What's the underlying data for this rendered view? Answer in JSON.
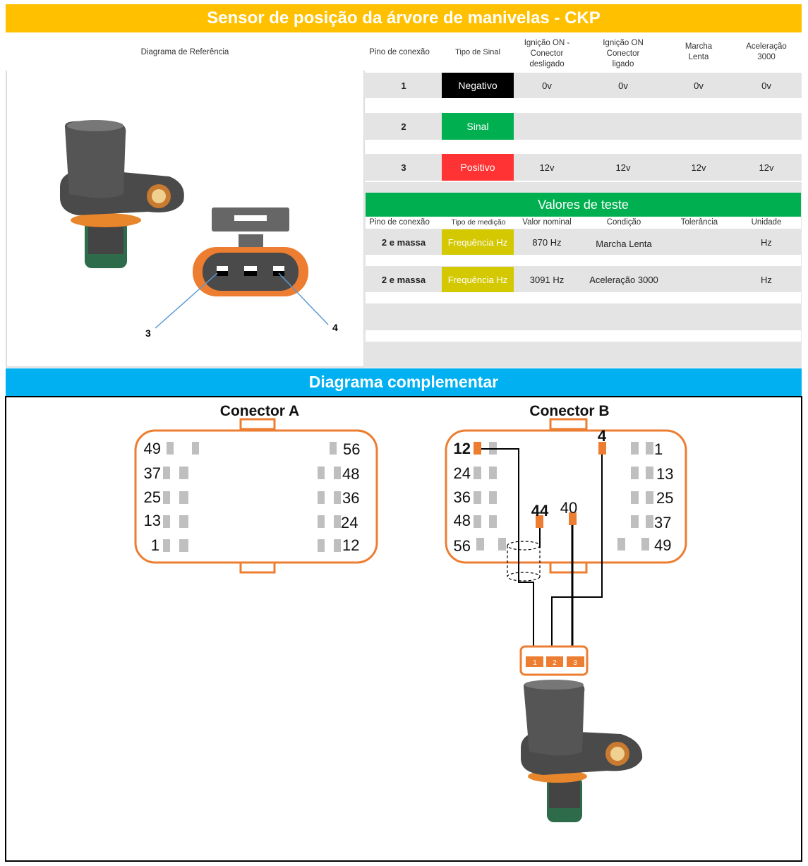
{
  "title": "Sensor de posição da árvore de manivelas - CKP",
  "colors": {
    "title_bar": "#FFC000",
    "test_bar": "#00B050",
    "complement_bar": "#00B0F0",
    "negative": "#000000",
    "signal": "#00B050",
    "positive": "#FF3333",
    "frequency": "#D4C800",
    "connector": "#ED7D31"
  },
  "signal_table": {
    "headers": [
      "Diagrama de Referência",
      "Pino de conexão",
      "Tipo de Sinal",
      "Ignição ON - Conector desligado",
      "Ignição ON Conector ligado",
      "Marcha Lenta",
      "Aceleração 3000"
    ],
    "rows": [
      {
        "pin": "1",
        "type": "Negativo",
        "ign_off": "0v",
        "ign_on": "0v",
        "idle": "0v",
        "accel": "0v"
      },
      {
        "pin": "2",
        "type": "Sinal",
        "ign_off": "",
        "ign_on": "",
        "idle": "",
        "accel": ""
      },
      {
        "pin": "3",
        "type": "Positivo",
        "ign_off": "12v",
        "ign_on": "12v",
        "idle": "12v",
        "accel": "12v"
      }
    ]
  },
  "test_values": {
    "title": "Valores de teste",
    "headers": [
      "Pino de conexão",
      "Tipo de medição",
      "Valor nominal",
      "Condição",
      "Tolerância",
      "Unidade"
    ],
    "rows": [
      {
        "pin": "2 e massa",
        "type": "Frequência Hz",
        "nominal": "870 Hz",
        "condition": "Marcha Lenta",
        "tolerance": "",
        "unit": "Hz"
      },
      {
        "pin": "2 e massa",
        "type": "Frequência Hz",
        "nominal": "3091 Hz",
        "condition": "Aceleração 3000",
        "tolerance": "",
        "unit": "Hz"
      }
    ]
  },
  "reference_diagram": {
    "labels": [
      "3",
      "4"
    ]
  },
  "complement": {
    "title": "Diagrama complementar",
    "connector_a": {
      "title": "Conector A",
      "left_labels": [
        "49",
        "37",
        "25",
        "13",
        "1"
      ],
      "right_labels": [
        "56",
        "48",
        "36",
        "24",
        "12"
      ]
    },
    "connector_b": {
      "title": "Conector B",
      "left_labels": [
        "12",
        "24",
        "36",
        "48",
        "56"
      ],
      "right_labels": [
        "1",
        "13",
        "25",
        "37",
        "49"
      ],
      "active_pins": [
        "4",
        "44",
        "40"
      ]
    },
    "sensor_pins": [
      "1",
      "2",
      "3"
    ]
  }
}
